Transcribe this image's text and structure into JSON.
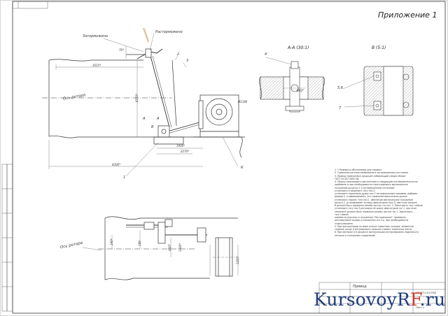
{
  "sheet_title": "Приложение 1",
  "section_a": "А-А (30:1)",
  "view_b": "В (5:1)",
  "labels": {
    "closed": "Заторможено",
    "released": "Расторможено",
    "axis_top": "Ось ротора",
    "axis_bottom": "Ось ротора",
    "pos_1": "1",
    "pos_2": "2",
    "pos_3": "3",
    "pos_4": "4",
    "pos_56": "5,6",
    "pos_7": "7",
    "mark_a": "А",
    "mark_a2": "А",
    "mark_b": "В",
    "mark_k": "К"
  },
  "dims": {
    "d1": "1615*",
    "d2": "6570*",
    "d3": "1920*",
    "d4": "2270*",
    "d5": "4300*",
    "d6": "Ø1180",
    "d7": "Ø42*",
    "d8": "76*",
    "d9": "240*",
    "d10": "180",
    "d11": "460*",
    "d12": "1000*",
    "d13": "1250*"
  },
  "notes": [
    "1. * Размеры и обозначения для справки.",
    "2. Тормозная система изображена в заторможенном состоянии.",
    "3. Привод тормоза был продоцен собирающим следуя сборке",
    "   ГОСТ 24.207-2002 РД.",
    "4. Сборку производить при монтаже в следующем последовательности:",
    "   прибавить и при необходимости отрегулировать вертикальное",
    "   положение рычагов 4, 5 заторможенном состоянии;",
    "   установить и закрепить тягу поз.1;",
    "   установить тормозную дужку поз.3 заторможенным зажимам, выбирая",
    "   размер 5, и зафиксировать, его тормозной фиксатором дужки;",
    "   установить тормоз: тягу поз.1, обеспечив вертикальное положение",
    "   рычага 2, устанавливает вставку фиксатором (поз.7) при этом зазором",
    "   В должен быть нормален резьбы чистых тяг поз. 3. Законтрить тягу гайкой;",
    "   установить тягу поз.3 регулируя ее длину фиксатором тяг 1, при этом",
    "   зазором В должен быть нормален резьбы чистых тяг 1. Законтрить",
    "   тягу гайкой;",
    "   перевести рукоятку в положение \"Расторможено\", проверить",
    "   регулируемые зазоры установлены поз.4 и, при необходимости",
    "   отрегулировать.",
    "5. При эксплуатации по мере износа тормозных колодок, элементов",
    "   тормоза, рычаг 6 регулировать пальцем ставить тормозные лента.",
    "6. При монтаже и в процессе эксплуатации контролировать надежность",
    "   затяжки и стопорения соединений."
  ],
  "title_block": {
    "doc_name": "Привод",
    "doc_code": "КП.МТ.0.01.РПД",
    "sheet": "Лист 1"
  },
  "watermark": {
    "part1": "KursovoyR",
    "part2": "F",
    "part3": ".ru"
  }
}
